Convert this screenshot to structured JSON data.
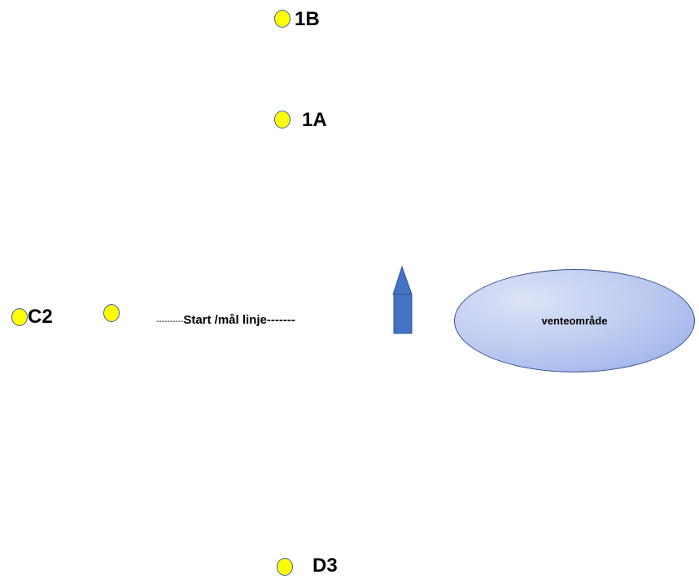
{
  "marks": {
    "b1": {
      "label": "1B"
    },
    "a1": {
      "label": "1A"
    },
    "c2": {
      "label": "C2"
    },
    "d3": {
      "label": "D3"
    }
  },
  "start_line": {
    "dashes_left": "----------",
    "text": "Start /mål linje-------"
  },
  "waiting_area": {
    "label": "venteområde"
  },
  "colors": {
    "buoy_fill": "#ffff00",
    "buoy_stroke": "#3a5fa8",
    "boat_fill": "#4472c4",
    "area_fill": "#b4c7e7"
  },
  "icons": {
    "buoy": "yellow-buoy-icon",
    "boat": "committee-boat-icon"
  }
}
